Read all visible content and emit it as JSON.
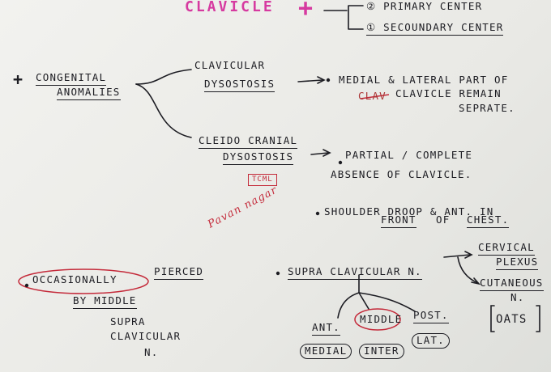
{
  "header": {
    "title": "CLAVICLE",
    "plus": "+",
    "primary": "② PRIMARY CENTER",
    "secondary": "① SECOUNDARY CENTER"
  },
  "anomalies": {
    "bullet": "+",
    "line1": "CONGENITAL",
    "line2": "ANOMALIES"
  },
  "clavicular_dysostosis": {
    "line1": "CLAVICULAR",
    "line2": "DYSOSTOSIS",
    "note1": "MEDIAL & LATERAL PART OF",
    "note2_struck": "CLAV",
    "note2": "CLAVICLE REMAIN",
    "note3": "SEPRATE."
  },
  "cleido": {
    "line1": "CLEIDO CRANIAL",
    "line2": "DYSOSTOSIS",
    "stamp": "TCML",
    "signature": "Pavan nagar",
    "point1a": "PARTIAL / COMPLETE",
    "point1b": "ABSENCE OF CLAVICLE.",
    "point2a": "SHOULDER DROOP & ANT. IN",
    "point2b_front": "FRONT",
    "point2b_of": "OF",
    "point2b_chest": "CHEST."
  },
  "pierced": {
    "occasionally": "OCCASIONALLY",
    "pierced": "PIERCED",
    "by_middle": "BY MIDDLE",
    "supra": "SUPRA",
    "clavicular": "CLAVICULAR",
    "n": "N."
  },
  "supra_nerve": {
    "label": "SUPRA CLAVICULAR N.",
    "cervical": "CERVICAL",
    "plexus": "PLEXUS",
    "cutaneous": "CUTANEOUS",
    "n": "N.",
    "oats": "OATS",
    "ant": "ANT.",
    "middle": "MIDDLE",
    "post": "POST.",
    "medial": "MEDIAL",
    "inter": "INTER",
    "lat": "LAT."
  }
}
